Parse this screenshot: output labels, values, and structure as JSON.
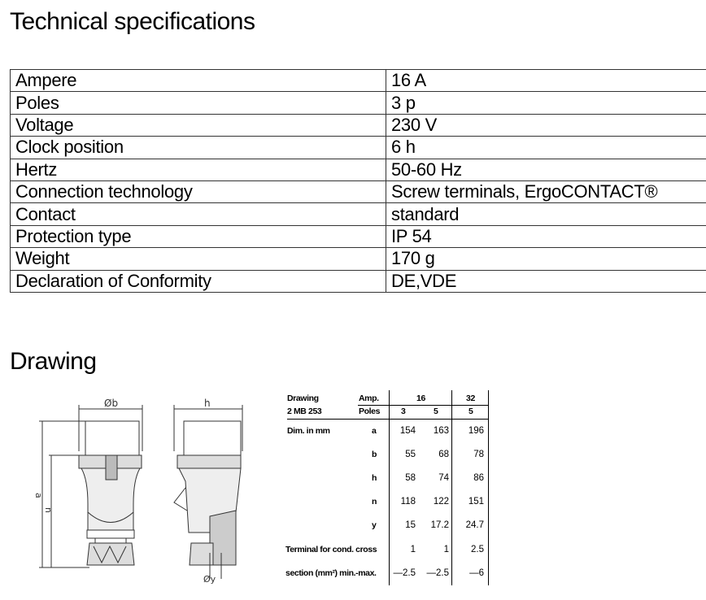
{
  "specs_title": "Technical specifications",
  "specs": [
    {
      "label": "Ampere",
      "value": "16 A"
    },
    {
      "label": "Poles",
      "value": "3 p"
    },
    {
      "label": "Voltage",
      "value": "230 V"
    },
    {
      "label": "Clock position",
      "value": "6 h"
    },
    {
      "label": "Hertz",
      "value": "50-60 Hz"
    },
    {
      "label": "Connection technology",
      "value": "Screw terminals, ErgoCONTACT®"
    },
    {
      "label": "Contact",
      "value": "standard"
    },
    {
      "label": "Protection type",
      "value": "IP 54"
    },
    {
      "label": "Weight",
      "value": "170 g"
    },
    {
      "label": "Declaration of Conformity",
      "value": "DE,VDE"
    }
  ],
  "drawing_title": "Drawing",
  "drawing_labels": {
    "b": "Øb",
    "h": "h",
    "a": "a",
    "n": "n",
    "y": "Øy"
  },
  "dim_table": {
    "drawing": "Drawing",
    "drawing_no": "2 MB 253",
    "amp": "Amp.",
    "poles": "Poles",
    "amps": [
      "16",
      "32"
    ],
    "pole_vals": [
      "3",
      "5",
      "5"
    ],
    "dim_label": "Dim. in mm",
    "rows": [
      {
        "k": "a",
        "v": [
          "154",
          "163",
          "196"
        ]
      },
      {
        "k": "b",
        "v": [
          "55",
          "68",
          "78"
        ]
      },
      {
        "k": "h",
        "v": [
          "58",
          "74",
          "86"
        ]
      },
      {
        "k": "n",
        "v": [
          "118",
          "122",
          "151"
        ]
      },
      {
        "k": "y",
        "v": [
          "15",
          "17.2",
          "24.7"
        ]
      }
    ],
    "terminal_label": "Terminal for cond. cross",
    "terminal_min": [
      "1",
      "1",
      "2.5"
    ],
    "section_label": "section (mm²) min.-max.",
    "terminal_max": [
      "—2.5",
      "—2.5",
      "—6"
    ]
  }
}
